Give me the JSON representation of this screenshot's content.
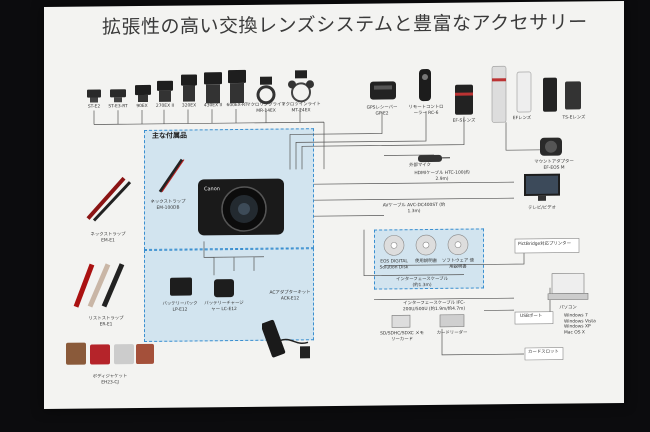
{
  "title": "拡張性の高い交換レンズシステムと豊富なアクセサリー",
  "included_heading": "主な付属品",
  "flashes": [
    {
      "label": "ST-E2"
    },
    {
      "label": "ST-E3-RT"
    },
    {
      "label": "90EX"
    },
    {
      "label": "270EX II"
    },
    {
      "label": "320EX"
    },
    {
      "label": "430EX II"
    },
    {
      "label": "600EX-RT"
    },
    {
      "label": "マクロリングライト MR-14EX"
    },
    {
      "label": "マクロツインライト MT-24EX"
    }
  ],
  "gps": "GPSレシーバー GP-E2",
  "remote": "リモートコントローラー RC-6",
  "ef_lens": "EFレンズ",
  "ef_s_lens": "EF-Sレンズ",
  "ts_lens": "TS-Eレンズ",
  "mic": "外部マイク",
  "mount_adapter": "マウントアダプター EF-EOS M",
  "hdmi": "HDMIケーブル HTC-100(約2.9m)",
  "tv": "テレビ/ビデオ",
  "av_cable": "AVケーブル AVC-DC400ST (約1.3m)",
  "neck_strap_included": "ネックストラップ EM-100DB",
  "neck_strap": "ネックストラップ EM-E1",
  "wrist_strap": "リストストラップ ER-E1",
  "body_jacket": "ボディジャケット EH23-CJ",
  "cd1": "EOS DIGITAL Solution Disk",
  "cd2": "使用説明書",
  "cd3": "ソフトウェア 使用説明書",
  "interface_cable": "インターフェースケーブル (約1.3m)",
  "interface_cable2": "インターフェースケーブル IFC-200U/500U (約1.9m/約4.7m)",
  "pictbridge": "PictBridge対応プリンター",
  "battery": "バッテリーパック LP-E12",
  "charger": "バッテリーチャージャー LC-E12",
  "ac_adapter": "ACアダプターキット ACK-E12",
  "sd_card": "SD/SDHC/SDXC メモリーカード",
  "card_reader": "カードリーダー",
  "usb_port": "USBポート",
  "pc": "パソコン",
  "os_list": "Windows 7\nWindows Vista\nWindows XP\nMac OS X",
  "card_slot": "カードスロット",
  "camera_brand": "Canon",
  "colors": {
    "accent_blue": "#3a8fd0",
    "line": "#555555"
  }
}
